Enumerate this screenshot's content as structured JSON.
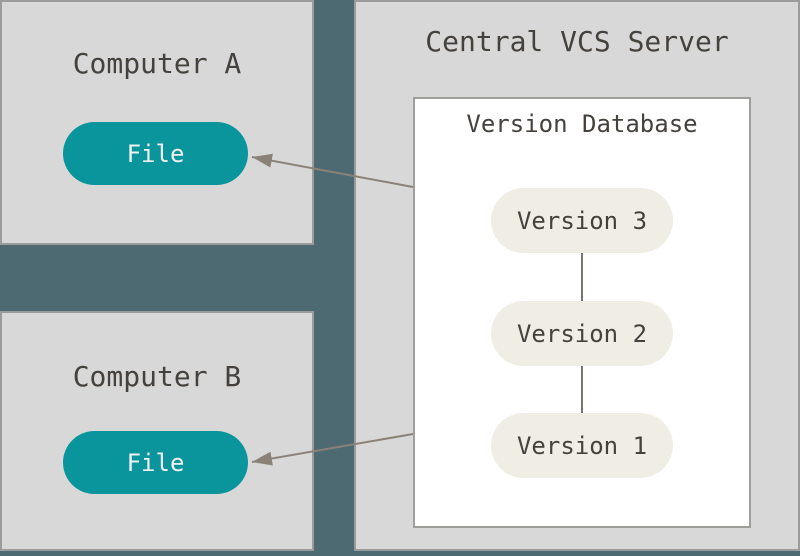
{
  "colors": {
    "canvas-bg": "#4d6a73",
    "box-fill": "#d8d8d8",
    "box-border": "#9b9b9b",
    "db-fill": "#ffffff",
    "db-border": "#a09e9a",
    "file-pill-fill": "#0a949c",
    "file-pill-text": "#f1f1f1",
    "version-pill-fill": "#efede4",
    "text-dark": "#45413c",
    "arrow": "#8b8277",
    "connector": "#78736b"
  },
  "computer_a": {
    "title": "Computer A",
    "file_label": "File"
  },
  "computer_b": {
    "title": "Computer B",
    "file_label": "File"
  },
  "server": {
    "title": "Central VCS Server",
    "database": {
      "title": "Version Database",
      "versions": [
        "Version 3",
        "Version 2",
        "Version 1"
      ]
    }
  }
}
